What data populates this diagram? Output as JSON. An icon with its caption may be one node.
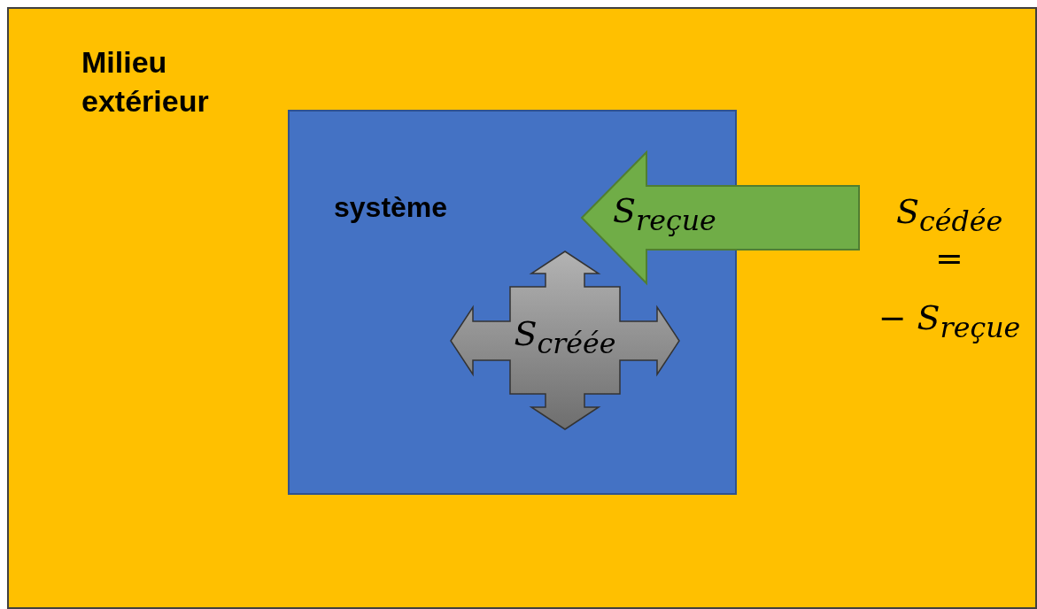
{
  "diagram": {
    "nodes": [
      {
        "text": [
          "Milieu extérieur"
        ]
      },
      {
        "text": [
          "système"
        ],
        "in": 0
      },
      {
        "text": [
          "S$_{reçue}$"
        ],
        "in": 0
      },
      {
        "text": [
          "S$_{créée}$"
        ],
        "in": 1
      }
    ],
    "labels": [
      "S$_{cédée}$",
      "=",
      "− S$_{reçue}$"
    ]
  }
}
